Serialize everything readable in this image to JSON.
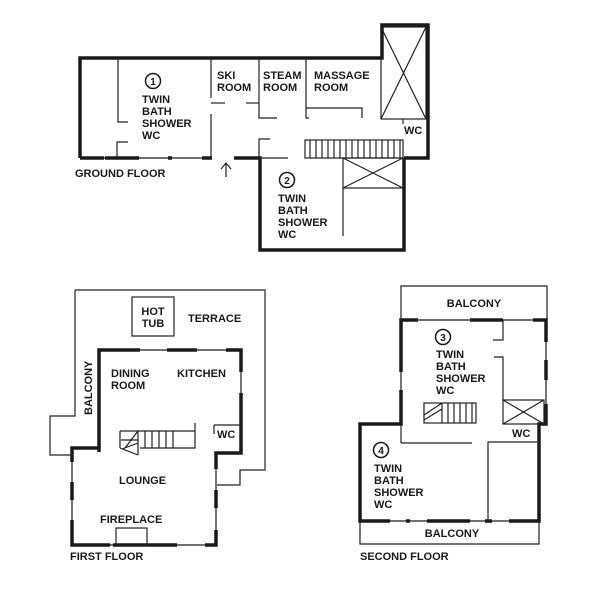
{
  "floors": {
    "ground": {
      "title": "GROUND FLOOR",
      "rooms": {
        "bedroom1": {
          "number": "1",
          "lines": [
            "TWIN",
            "BATH",
            "SHOWER",
            "WC"
          ]
        },
        "ski": {
          "lines": [
            "SKI",
            "ROOM"
          ]
        },
        "steam": {
          "lines": [
            "STEAM",
            "ROOM"
          ]
        },
        "massage": {
          "lines": [
            "MASSAGE",
            "ROOM"
          ]
        },
        "wc": {
          "label": "WC"
        },
        "bedroom2": {
          "number": "2",
          "lines": [
            "TWIN",
            "BATH",
            "SHOWER",
            "WC"
          ]
        }
      }
    },
    "first": {
      "title": "FIRST FLOOR",
      "rooms": {
        "hottub": {
          "lines": [
            "HOT",
            "TUB"
          ]
        },
        "terrace": {
          "label": "TERRACE"
        },
        "balcony": {
          "label": "BALCONY"
        },
        "dining": {
          "lines": [
            "DINING",
            "ROOM"
          ]
        },
        "kitchen": {
          "label": "KITCHEN"
        },
        "wc": {
          "label": "WC"
        },
        "lounge": {
          "label": "LOUNGE"
        },
        "fireplace": {
          "label": "FIREPLACE"
        }
      }
    },
    "second": {
      "title": "SECOND FLOOR",
      "rooms": {
        "balcony_top": {
          "label": "BALCONY"
        },
        "bedroom3": {
          "number": "3",
          "lines": [
            "TWIN",
            "BATH",
            "SHOWER",
            "WC"
          ]
        },
        "wc": {
          "label": "WC"
        },
        "bedroom4": {
          "number": "4",
          "lines": [
            "TWIN",
            "BATH",
            "SHOWER",
            "WC"
          ]
        },
        "balcony_bottom": {
          "label": "BALCONY"
        }
      }
    }
  },
  "colors": {
    "wall": "#1a1a1a",
    "background": "#ffffff"
  }
}
